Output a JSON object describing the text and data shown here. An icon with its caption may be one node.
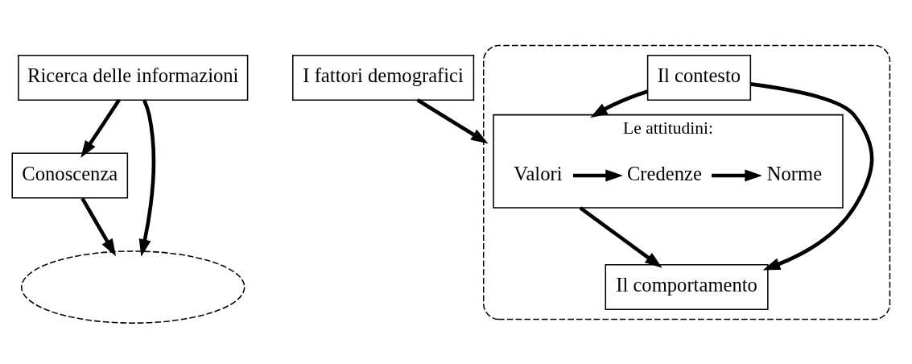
{
  "diagram": {
    "nodes": [
      {
        "text": [
          "Conoscenza"
        ]
      },
      {
        "text": [
          "Ricerca delle informazioni"
        ]
      },
      {
        "text": [
          "I fattori demografici"
        ]
      },
      {
        "text": [],
        "shape": "box"
      },
      {
        "text": [],
        "shape": "ellipse"
      },
      {
        "text": [
          "Le attitudini:"
        ],
        "in": 3
      },
      {
        "text": [
          "Valori"
        ],
        "in": 5
      },
      {
        "text": [
          "Credenze"
        ],
        "in": 5
      },
      {
        "text": [
          "Norme"
        ],
        "in": 5
      },
      {
        "text": [
          "Il contesto"
        ],
        "in": 3
      },
      {
        "text": [
          "Il comportamento"
        ],
        "in": 3
      }
    ],
    "edges": [
      {
        "from": 1,
        "to": 0,
        "arrow": "to"
      },
      {
        "from": 0,
        "to": 4,
        "arrow": "to"
      },
      {
        "from": 1,
        "to": 4,
        "arrow": "to"
      },
      {
        "from": 2,
        "to": 3,
        "arrow": "to"
      },
      {
        "from": 6,
        "to": 7,
        "arrow": "to"
      },
      {
        "from": 7,
        "to": 8,
        "arrow": "to"
      },
      {
        "from": 9,
        "to": 5,
        "arrow": "to"
      },
      {
        "from": 5,
        "to": 10,
        "arrow": "to"
      },
      {
        "from": 9,
        "to": 10,
        "arrow": "to"
      }
    ]
  }
}
